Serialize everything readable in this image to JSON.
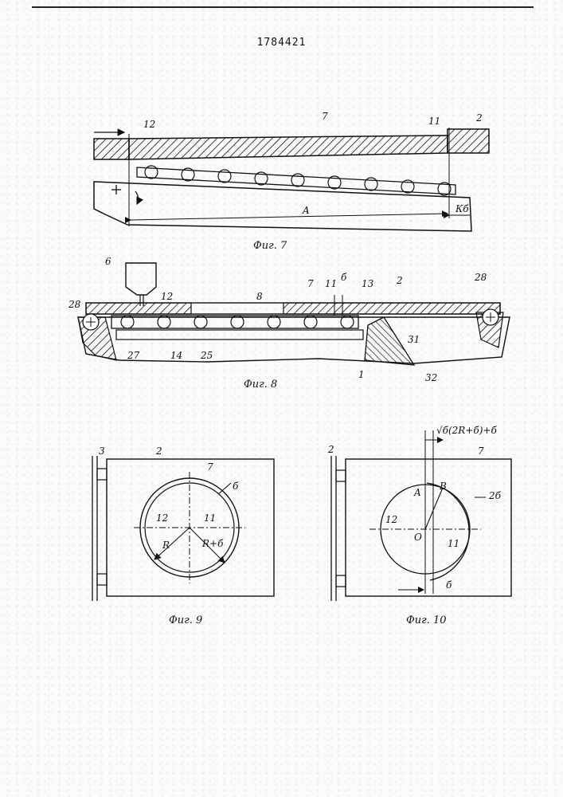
{
  "patent_number": "1784421",
  "figures": {
    "fig7": {
      "caption": "Фиг. 7",
      "labels": {
        "n12": "12",
        "n7": "7",
        "n11": "11",
        "n2": "2",
        "dimA": "A",
        "dimK": "Кб"
      }
    },
    "fig8": {
      "caption": "Фиг. 8",
      "labels": {
        "n6": "6",
        "n12": "12",
        "n8": "8",
        "n7": "7",
        "n11": "11",
        "delta": "б",
        "n13": "13",
        "n2": "2",
        "n28a": "28",
        "n28b": "28",
        "n27": "27",
        "n14": "14",
        "n25": "25",
        "n31": "31",
        "n1": "1",
        "n32": "32"
      }
    },
    "fig9": {
      "caption": "Фиг. 9",
      "labels": {
        "n3": "3",
        "n2": "2",
        "n7": "7",
        "delta": "б",
        "n12": "12",
        "n11": "11",
        "R": "R",
        "Rd": "R+б"
      }
    },
    "fig10": {
      "caption": "Фиг. 10",
      "labels": {
        "n2": "2",
        "formula": "√б(2R+б)+б",
        "n7": "7",
        "B": "B",
        "A": "A",
        "two_delta": "2б",
        "n12": "12",
        "O": "O",
        "n11": "11",
        "delta": "б"
      }
    }
  }
}
